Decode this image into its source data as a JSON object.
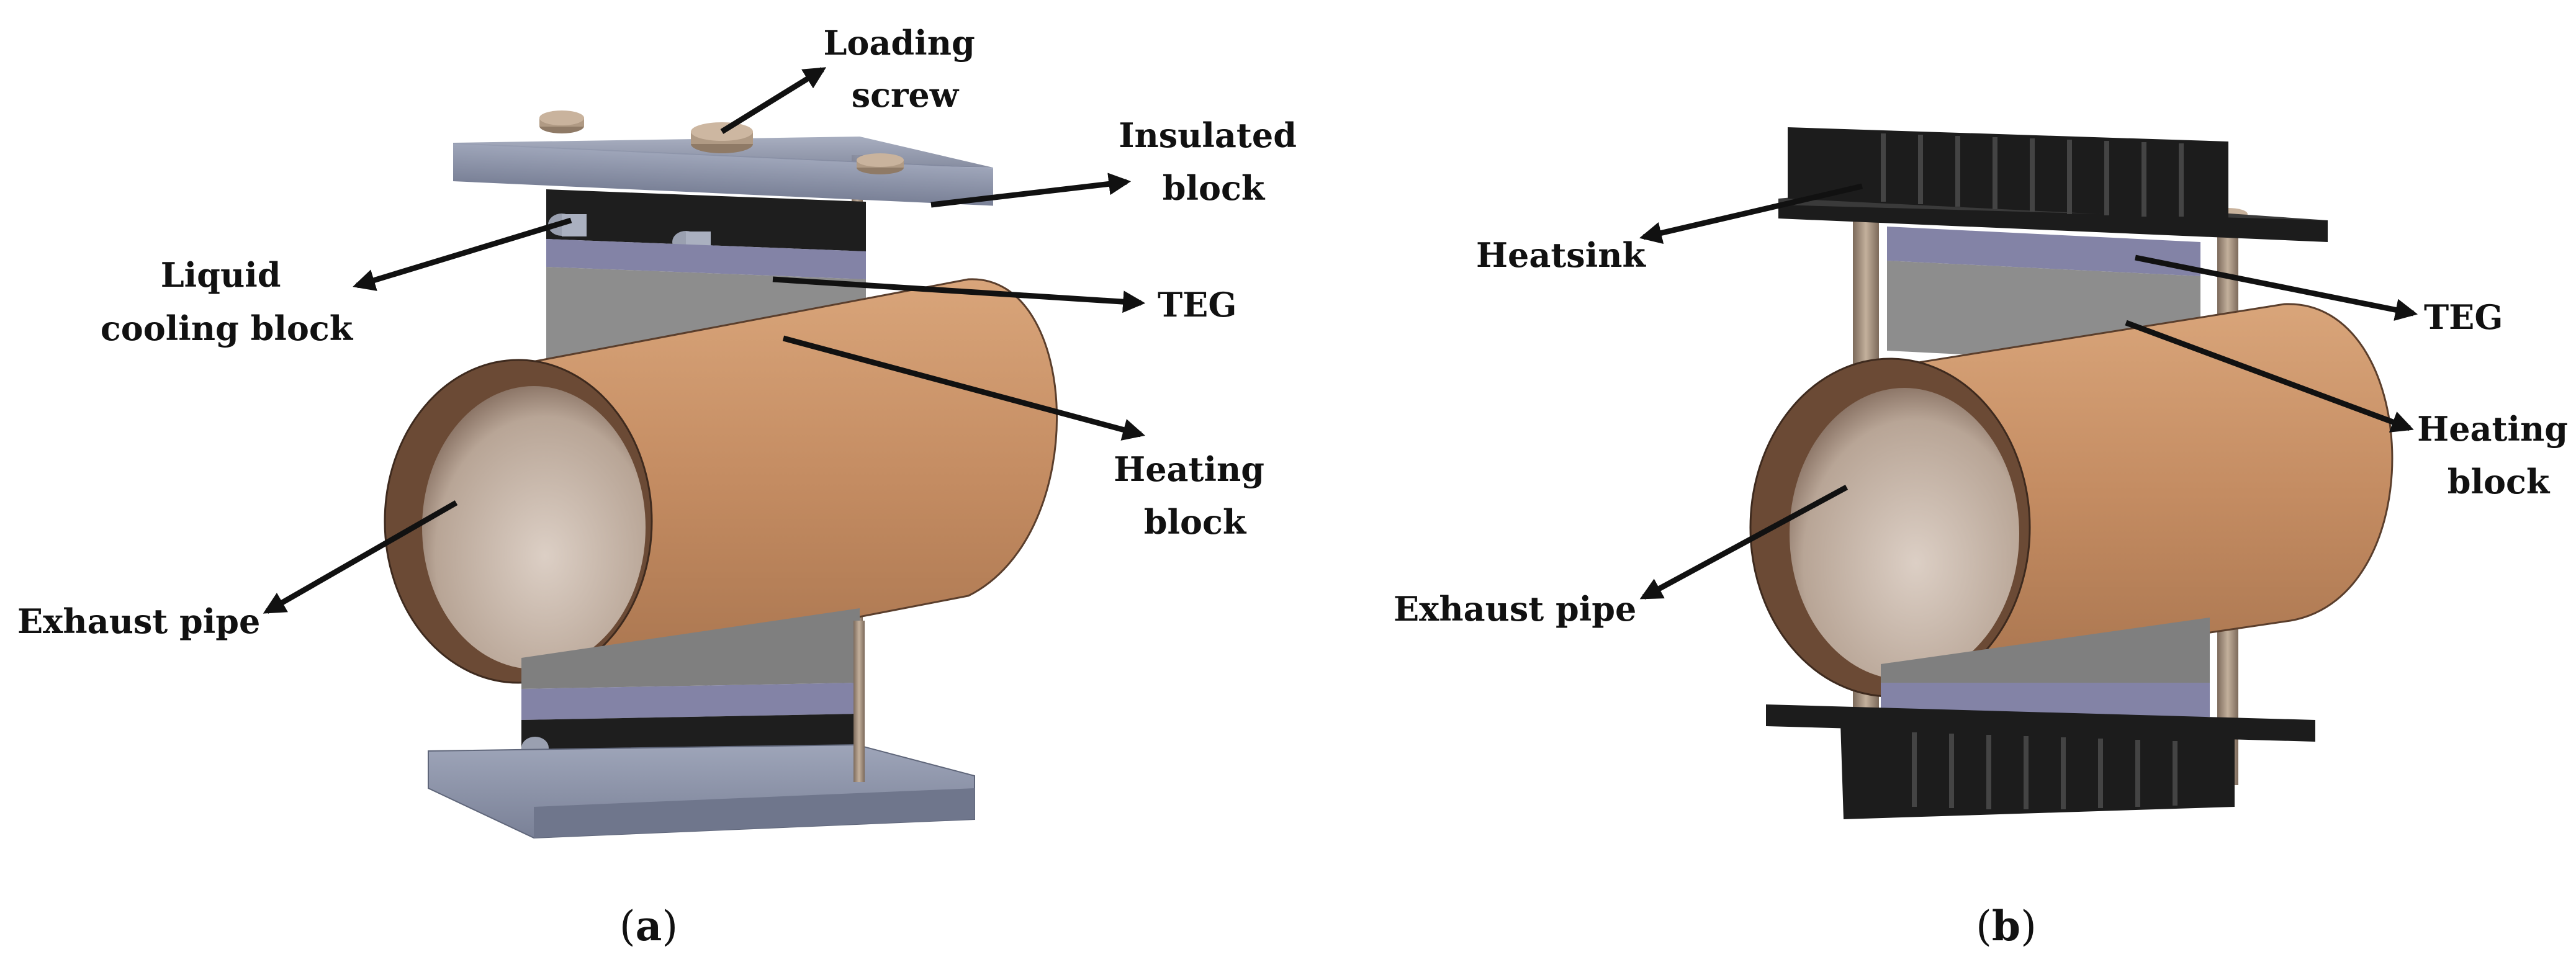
{
  "panels": {
    "a": {
      "caption_open": "(",
      "caption_letter": "a",
      "caption_close": ")",
      "labels": {
        "loading_screw": [
          "Loading",
          "screw"
        ],
        "insulated_block": [
          "Insulated",
          "block"
        ],
        "liquid_cooling_block": [
          "Liquid",
          "cooling block"
        ],
        "teg": [
          "TEG"
        ],
        "heating_block": [
          "Heating",
          "block"
        ],
        "exhaust_pipe": [
          "Exhaust pipe"
        ]
      }
    },
    "b": {
      "caption_open": "(",
      "caption_letter": "b",
      "caption_close": ")",
      "labels": {
        "heatsink": [
          "Heatsink"
        ],
        "teg": [
          "TEG"
        ],
        "heating_block": [
          "Heating",
          "block"
        ],
        "exhaust_pipe": [
          "Exhaust pipe"
        ]
      }
    }
  },
  "colors": {
    "pipe_outer": "#c9936a",
    "pipe_rim": "#6b4a35",
    "pipe_inner": "#c8b8ab",
    "insulated_plate": "#8c93a8",
    "cooling_block": "#1e1e1e",
    "teg": "#8383a6",
    "heating_block": "#8d8d8d",
    "rod": "#9c8a78",
    "heatsink": "#1c1c1c",
    "arrow": "#111111"
  }
}
